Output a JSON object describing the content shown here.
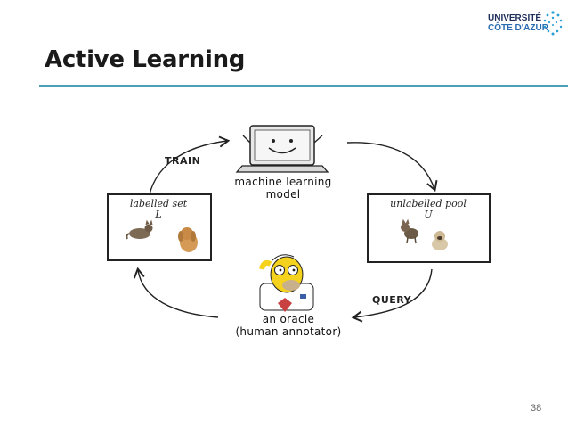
{
  "slide": {
    "title": "Active Learning",
    "page_number": "38",
    "logo": {
      "line1": "UNIVERSITÉ",
      "line2": "CÔTE D'AZUR"
    }
  },
  "diagram": {
    "model_caption_line1": "machine learning",
    "model_caption_line2": "model",
    "labelled_set_title": "labelled set",
    "labelled_set_symbol": "L",
    "unlabelled_pool_title": "unlabelled pool",
    "unlabelled_pool_symbol": "U",
    "oracle_caption_line1": "an oracle",
    "oracle_caption_line2": "(human annotator)",
    "train_label": "TRAIN",
    "query_label": "QUERY"
  },
  "colors": {
    "title_rule": "#4d9fb7",
    "logo_dark": "#1e2f5a",
    "logo_blue": "#2a6cb0"
  }
}
